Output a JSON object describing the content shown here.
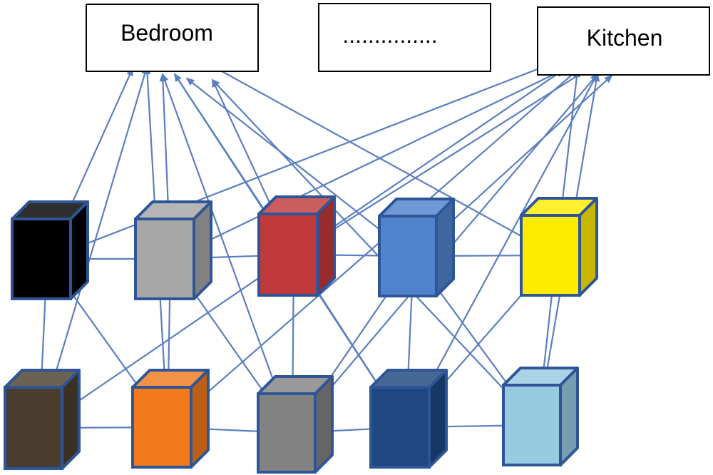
{
  "labels": [
    {
      "id": "bedroom",
      "text": "Bedroom"
    },
    {
      "id": "ellipsis",
      "text": "..............."
    },
    {
      "id": "kitchen",
      "text": "Kitchen"
    }
  ],
  "cubes": [
    {
      "id": "c0",
      "color": "#000000"
    },
    {
      "id": "c1",
      "color": "#a6a6a6"
    },
    {
      "id": "c2",
      "color": "#c0393b"
    },
    {
      "id": "c3",
      "color": "#4f83cc"
    },
    {
      "id": "c4",
      "color": "#ffeb00"
    },
    {
      "id": "c5",
      "color": "#4a3f2e"
    },
    {
      "id": "c6",
      "color": "#f07a1c"
    },
    {
      "id": "c7",
      "color": "#828282"
    },
    {
      "id": "c8",
      "color": "#1f4780"
    },
    {
      "id": "c9",
      "color": "#97cbe0"
    }
  ],
  "colors": {
    "edge": "#5b7fbf",
    "cube_border": "#2e5597"
  }
}
